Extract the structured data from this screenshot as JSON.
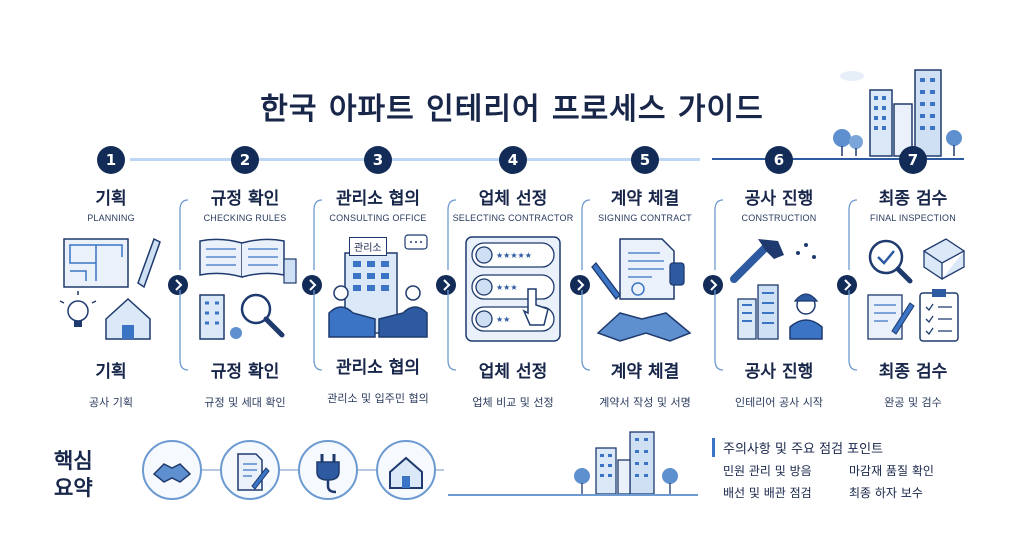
{
  "title": "한국 아파트 인테리어 프로세스 가이드",
  "steps": [
    {
      "num": "1",
      "title": "기획",
      "en": "PLANNING",
      "title2": "기획",
      "desc": "공사 기획"
    },
    {
      "num": "2",
      "title": "규정 확인",
      "en": "CHECKING RULES",
      "title2": "규정 확인",
      "desc": "규정 및 세대 확인"
    },
    {
      "num": "3",
      "title": "관리소 협의",
      "en": "CONSULTING OFFICE",
      "title2": "관리소 협의",
      "desc": "관리소 및 입주민 협의",
      "sign": "관리소"
    },
    {
      "num": "4",
      "title": "업체 선정",
      "en": "SELECTING CONTRACTOR",
      "title2": "업체 선정",
      "desc": "업체 비교 및 선정"
    },
    {
      "num": "5",
      "title": "계약 체결",
      "en": "SIGNING CONTRACT",
      "title2": "계약 체결",
      "desc": "계약서 작성 및 서명"
    },
    {
      "num": "6",
      "title": "공사 진행",
      "en": "CONSTRUCTION",
      "title2": "공사 진행",
      "desc": "인테리어 공사 시작"
    },
    {
      "num": "7",
      "title": "최종 검수",
      "en": "FINAL INSPECTION",
      "title2": "최종 검수",
      "desc": "완공 및 검수"
    }
  ],
  "summary": {
    "label_line1": "핵심",
    "label_line2": "요약",
    "icons": [
      "handshake-icon",
      "document-sign-icon",
      "plug-icon",
      "house-icon"
    ]
  },
  "points": {
    "title": "주의사항 및 주요 점검 포인트",
    "items": [
      "민원 관리 및 방음",
      "마감재 품질 확인",
      "배선 및 배관 점검",
      "최종 하자 보수"
    ]
  },
  "colors": {
    "navy": "#132c57",
    "accent": "#3b74c4",
    "light": "#bcd6f3"
  }
}
